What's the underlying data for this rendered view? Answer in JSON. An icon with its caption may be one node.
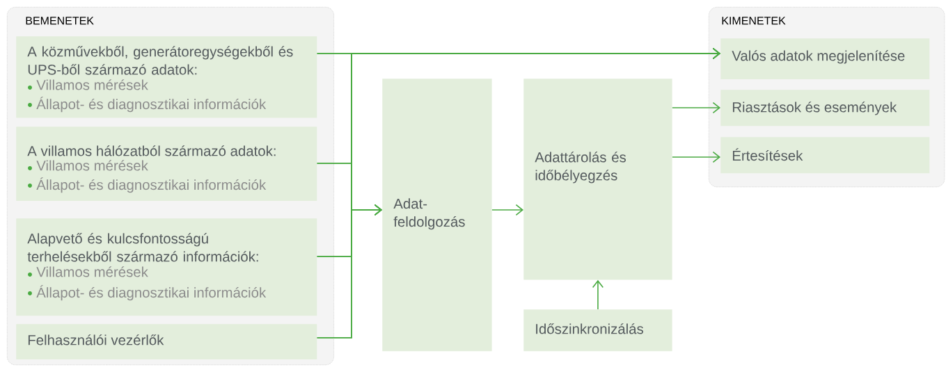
{
  "diagram": {
    "nodes": [
      {
        "text": [
          "BEMENETEK"
        ]
      },
      {
        "text": [
          "A közművekből, generátoregységekből és UPS-ből származó adatok:",
          "Villamos mérések",
          "Állapot- és diagnosztikai információk"
        ],
        "in": 0
      },
      {
        "text": [
          "A villamos hálózatból származó adatok:",
          "Villamos mérések",
          "Állapot- és diagnosztikai információk"
        ],
        "in": 0
      },
      {
        "text": [
          "Alapvető és kulcsfontosságú terhelésekből származó információk:",
          "Villamos mérések",
          "Állapot- és diagnosztikai információk"
        ],
        "in": 0
      },
      {
        "text": [
          "Felhasználói vezérlők"
        ],
        "in": 0
      },
      {
        "text": [
          "Adat- feldolgozás"
        ]
      },
      {
        "text": [
          "Adattárolás és időbélyegzés"
        ]
      },
      {
        "text": [
          "Időszinkronizálás"
        ]
      },
      {
        "text": [
          "KIMENETEK"
        ]
      },
      {
        "text": [
          "Valós adatok megjelenítése"
        ],
        "in": 8
      },
      {
        "text": [
          "Riasztások és események"
        ],
        "in": 8
      },
      {
        "text": [
          "Értesítések"
        ],
        "in": 8
      }
    ],
    "edges": [
      {
        "from": 1,
        "to": 9,
        "arrow": "to"
      },
      {
        "from": 2,
        "to": 9,
        "arrow": "to"
      },
      {
        "from": 3,
        "to": 9,
        "arrow": "to"
      },
      {
        "from": 4,
        "to": 9,
        "arrow": "to"
      },
      {
        "from": 1,
        "to": 5,
        "arrow": "to"
      },
      {
        "from": 2,
        "to": 5,
        "arrow": "to"
      },
      {
        "from": 3,
        "to": 5,
        "arrow": "to"
      },
      {
        "from": 4,
        "to": 5,
        "arrow": "to"
      },
      {
        "from": 5,
        "to": 6,
        "arrow": "to"
      },
      {
        "from": 6,
        "to": 10,
        "arrow": "to"
      },
      {
        "from": 6,
        "to": 11,
        "arrow": "to"
      },
      {
        "from": 7,
        "to": 6,
        "arrow": "to"
      }
    ]
  }
}
